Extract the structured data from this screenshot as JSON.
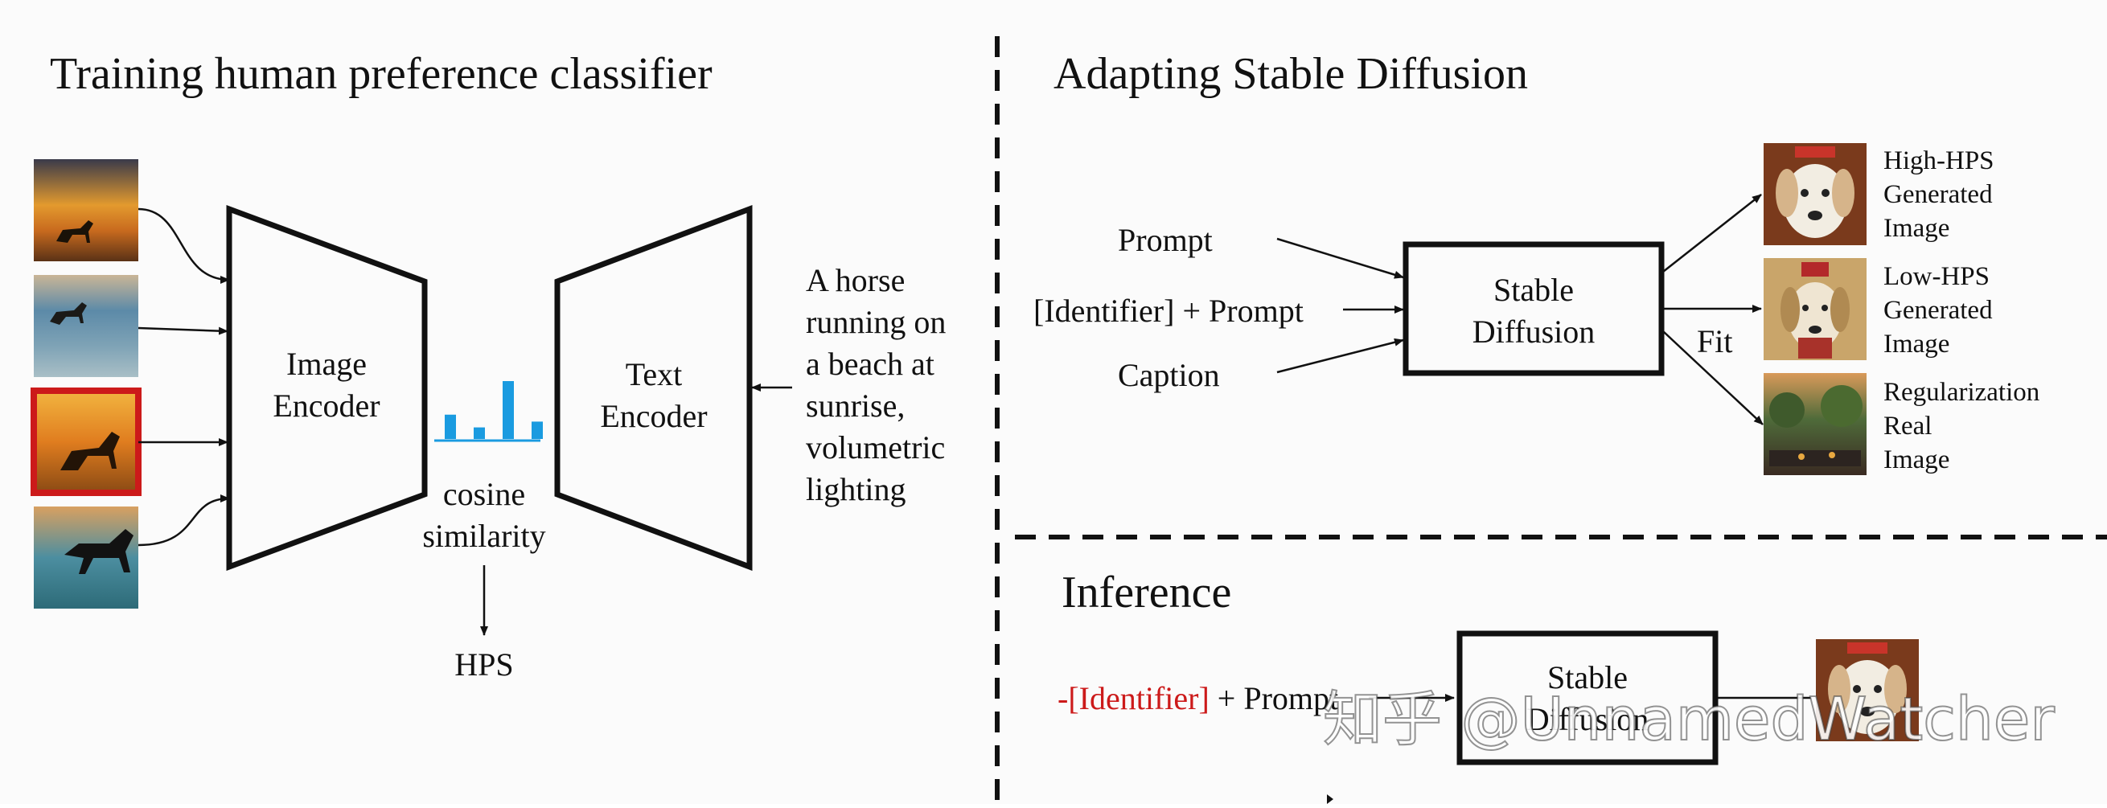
{
  "left_panel": {
    "title": "Training human preference classifier",
    "image_encoder": [
      "Image",
      "Encoder"
    ],
    "text_encoder": [
      "Text",
      "Encoder"
    ],
    "similarity": [
      "cosine",
      "similarity"
    ],
    "output": "HPS",
    "prompt_lines": [
      "A horse",
      "running on",
      "a beach at",
      "sunrise,",
      "volumetric",
      "lighting"
    ],
    "bar_values": [
      0.42,
      0.2,
      1.0,
      0.3
    ],
    "thumbnails": [
      {
        "name": "horse-silhouette-sunset",
        "selected": false
      },
      {
        "name": "horse-running-beach",
        "selected": false
      },
      {
        "name": "horse-sunrise-beach",
        "selected": true
      },
      {
        "name": "horse-black-beach",
        "selected": false
      }
    ]
  },
  "adapt_panel": {
    "title": "Adapting Stable Diffusion",
    "inputs": [
      "Prompt",
      "[Identifier] + Prompt",
      "Caption"
    ],
    "box": [
      "Stable",
      "Diffusion"
    ],
    "fit_label": "Fit",
    "outputs": [
      {
        "lines": [
          "High-HPS",
          "Generated",
          "Image"
        ],
        "thumb": "dog-high-hps"
      },
      {
        "lines": [
          "Low-HPS",
          "Generated",
          "Image"
        ],
        "thumb": "dog-low-hps"
      },
      {
        "lines": [
          "Regularization",
          "Real",
          "Image"
        ],
        "thumb": "painting-real"
      }
    ]
  },
  "inference_panel": {
    "title": "Inference",
    "prompt_prefix": "-[Identifier]",
    "prompt_suffix": " + Prompt",
    "box": [
      "Stable",
      "Diffusion"
    ],
    "thumb": "dog-output"
  },
  "watermark": "知乎 @UnnamedWatcher",
  "colors": {
    "accent_red": "#cc1a1a",
    "bar_blue": "#1a9be0",
    "line": "#111111"
  }
}
